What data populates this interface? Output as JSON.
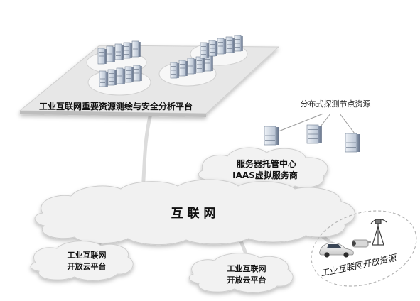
{
  "platform": {
    "label": "工业互联网重要资源测绘与安全分析平台"
  },
  "probes": {
    "label": "分布式探测节点资源"
  },
  "hosting": {
    "line1": "服务器托管中心",
    "line2": "IAAS虚拟服务商"
  },
  "internet": {
    "label": "互 联 网"
  },
  "cloud_left": {
    "line1": "工业互联网",
    "line2": "开放云平台"
  },
  "cloud_mid": {
    "line1": "工业互联网",
    "line2": "开放云平台"
  },
  "open_resources": {
    "label": "工业互联网开放资源"
  },
  "colors": {
    "platform_fill": "#e6e6e6",
    "cloud_fill": "#f1f1f1",
    "cloud_stroke": "#c9c9c9",
    "link": "#d9d9d9",
    "server_light": "#c7d1df",
    "server_dark": "#7f8ea3"
  }
}
